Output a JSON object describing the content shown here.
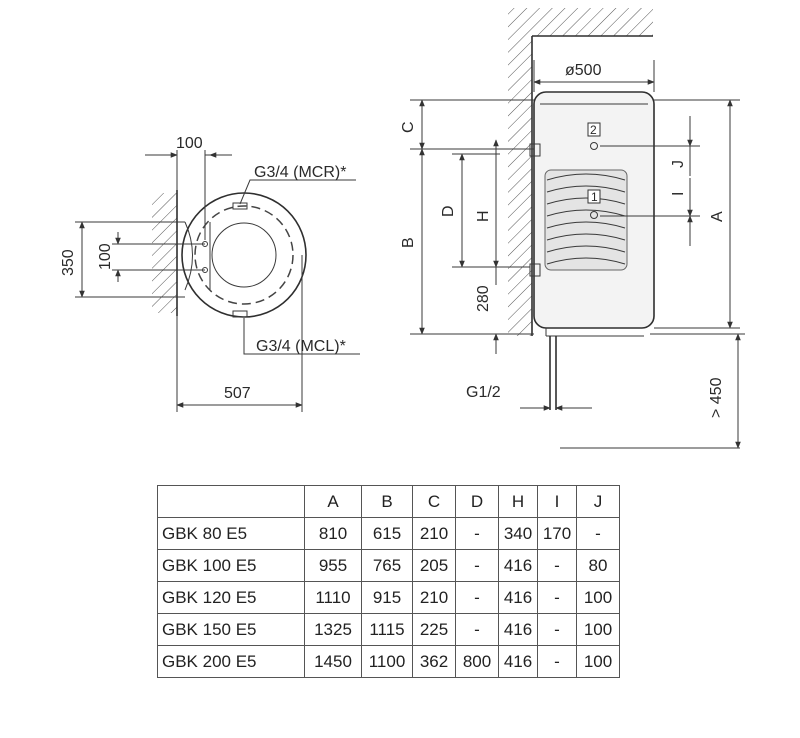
{
  "plan_view": {
    "dim_top": "100",
    "dim_left_outer": "350",
    "dim_left_inner": "100",
    "dim_bottom": "507",
    "label_top": "G3/4 (MCR)*",
    "label_bottom": "G3/4 (MCL)*"
  },
  "side_view": {
    "diameter": "ø500",
    "dim_c": "C",
    "dim_b": "B",
    "dim_d": "D",
    "dim_h": "H",
    "dim_280": "280",
    "dim_j": "J",
    "dim_i": "I",
    "dim_a": "A",
    "dim_450": "> 450",
    "drain": "G1/2",
    "marker_1": "1",
    "marker_2": "2"
  },
  "table": {
    "headers": [
      "A",
      "B",
      "C",
      "D",
      "H",
      "I",
      "J"
    ],
    "rows": [
      {
        "model": "GBK 80 E5",
        "values": [
          "810",
          "615",
          "210",
          "-",
          "340",
          "170",
          "-"
        ]
      },
      {
        "model": "GBK 100 E5",
        "values": [
          "955",
          "765",
          "205",
          "-",
          "416",
          "-",
          "80"
        ]
      },
      {
        "model": "GBK 120 E5",
        "values": [
          "1110",
          "915",
          "210",
          "-",
          "416",
          "-",
          "100"
        ]
      },
      {
        "model": "GBK 150 E5",
        "values": [
          "1325",
          "1115",
          "225",
          "-",
          "416",
          "-",
          "100"
        ]
      },
      {
        "model": "GBK 200 E5",
        "values": [
          "1450",
          "1100",
          "362",
          "800",
          "416",
          "-",
          "100"
        ]
      }
    ]
  }
}
